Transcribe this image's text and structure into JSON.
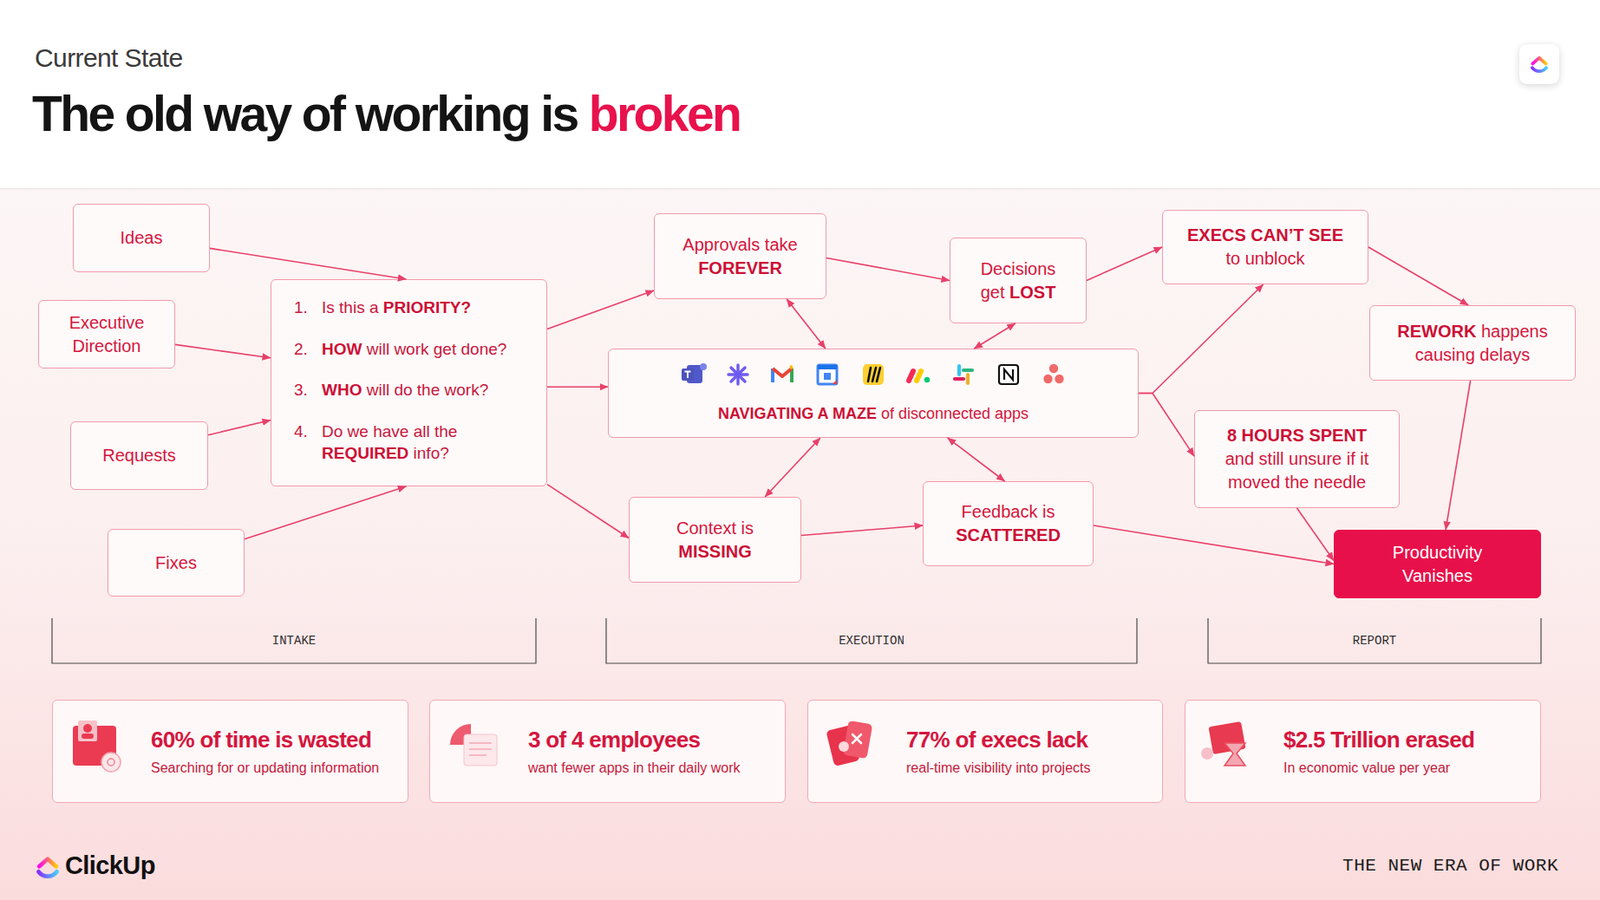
{
  "diagram": {
    "title": "The old way of working is broken",
    "nodes": [
      {
        "text": [
          "Ideas"
        ]
      },
      {
        "text": [
          "Executive Direction"
        ]
      },
      {
        "text": [
          "Requests"
        ]
      },
      {
        "text": [
          "Fixes"
        ]
      },
      {
        "text": [
          "1.",
          "Is this a PRIORITY?",
          "2.",
          "HOW will work get done?",
          "3.",
          "WHO will do the work?",
          "4.",
          "Do we have all the REQUIRED info?"
        ]
      },
      {
        "text": [
          "Approvals take FOREVER"
        ]
      },
      {
        "text": [
          "NAVIGATING A MAZE of disconnected apps"
        ]
      },
      {
        "text": [
          "Context is MISSING"
        ]
      },
      {
        "text": [
          "Decisions get LOST"
        ]
      },
      {
        "text": [
          "Feedback is SCATTERED"
        ]
      },
      {
        "text": [
          "EXECS CAN’T SEE to unblock"
        ]
      },
      {
        "text": [
          "8 HOURS SPENT and still unsure if it moved the needle"
        ]
      },
      {
        "text": [
          "REWORK happens causing delays"
        ]
      },
      {
        "text": [
          "Productivity Vanishes"
        ]
      },
      {
        "text": [
          "60% of time is wasted",
          "Searching for or updating information"
        ]
      },
      {
        "text": [
          "3 of 4 employees",
          "want fewer apps in their daily work"
        ]
      },
      {
        "text": [
          "77% of execs lack",
          "real-time visibility into projects"
        ]
      },
      {
        "text": [
          "$2.5 Trillion erased",
          "In economic value per year"
        ]
      }
    ],
    "edges": [
      {
        "from": 0,
        "to": 4,
        "arrow": "to"
      },
      {
        "from": 1,
        "to": 4,
        "arrow": "to"
      },
      {
        "from": 2,
        "to": 4,
        "arrow": "to"
      },
      {
        "from": 3,
        "to": 4,
        "arrow": "to"
      },
      {
        "from": 4,
        "to": 5,
        "arrow": "to"
      },
      {
        "from": 4,
        "to": 6,
        "arrow": "to"
      },
      {
        "from": 4,
        "to": 7,
        "arrow": "to"
      },
      {
        "from": 5,
        "to": 6,
        "arrow": "both"
      },
      {
        "from": 5,
        "to": 8,
        "arrow": "to"
      },
      {
        "from": 7,
        "to": 6,
        "arrow": "both"
      },
      {
        "from": 8,
        "to": 6,
        "arrow": "both"
      },
      {
        "from": 9,
        "to": 6,
        "arrow": "both"
      },
      {
        "from": 7,
        "to": 9,
        "arrow": "to"
      },
      {
        "from": 8,
        "to": 10,
        "arrow": "to"
      },
      {
        "from": 6,
        "to": 10,
        "arrow": "to"
      },
      {
        "from": 6,
        "to": 11,
        "arrow": "to"
      },
      {
        "from": 10,
        "to": 12,
        "arrow": "to"
      },
      {
        "from": 12,
        "to": 13,
        "arrow": "to"
      },
      {
        "from": 11,
        "to": 13,
        "arrow": "to"
      },
      {
        "from": 9,
        "to": 13,
        "arrow": "to"
      }
    ],
    "labels": [
      "Current State",
      "INTAKE",
      "EXECUTION",
      "REPORT",
      "ClickUp",
      "THE NEW ERA OF WORK"
    ]
  }
}
